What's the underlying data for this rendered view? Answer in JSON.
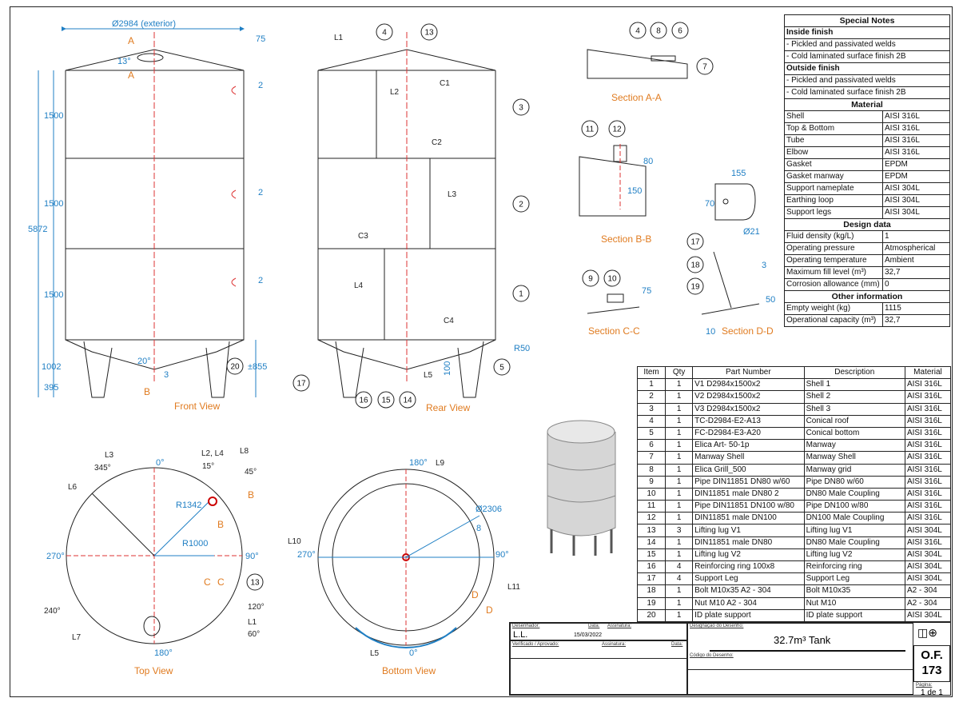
{
  "special_notes": {
    "title": "Special Notes",
    "inside_finish": "Inside finish",
    "inside_items": [
      "- Pickled and passivated welds",
      "- Cold laminated surface finish 2B"
    ],
    "outside_finish": "Outside finish",
    "outside_items": [
      "- Pickled and passivated welds",
      "- Cold laminated surface finish 2B"
    ],
    "material_title": "Material",
    "material": [
      [
        "Shell",
        "AISI 316L"
      ],
      [
        "Top & Bottom",
        "AISI 316L"
      ],
      [
        "Tube",
        "AISI 316L"
      ],
      [
        "Elbow",
        "AISI 316L"
      ],
      [
        "Gasket",
        "EPDM"
      ],
      [
        "Gasket manway",
        "EPDM"
      ],
      [
        "Support nameplate",
        "AISI 304L"
      ],
      [
        "Earthing loop",
        "AISI 304L"
      ],
      [
        "Support legs",
        "AISI 304L"
      ]
    ],
    "design_title": "Design data",
    "design": [
      [
        "Fluid density (kg/L)",
        "1"
      ],
      [
        "Operating pressure",
        "Atmospherical"
      ],
      [
        "Operating temperature",
        "Ambient"
      ],
      [
        "Maximum fill level (m³)",
        "32,7"
      ],
      [
        "Corrosion allowance (mm)",
        "0"
      ]
    ],
    "other_title": "Other information",
    "other": [
      [
        "Empty weight (kg)",
        "1115"
      ],
      [
        "Operational capacity (m³)",
        "32,7"
      ]
    ]
  },
  "parts_list": {
    "headers": [
      "Item",
      "Qty",
      "Part Number",
      "Description",
      "Material"
    ],
    "rows": [
      [
        "1",
        "1",
        "V1 D2984x1500x2",
        "Shell 1",
        "AISI 316L"
      ],
      [
        "2",
        "1",
        "V2 D2984x1500x2",
        "Shell 2",
        "AISI 316L"
      ],
      [
        "3",
        "1",
        "V3 D2984x1500x2",
        "Shell 3",
        "AISI 316L"
      ],
      [
        "4",
        "1",
        "TC-D2984-E2-A13",
        "Conical roof",
        "AISI 316L"
      ],
      [
        "5",
        "1",
        "FC-D2984-E3-A20",
        "Conical bottom",
        "AISI 316L"
      ],
      [
        "6",
        "1",
        "Elica Art- 50-1p",
        "Manway",
        "AISI 316L"
      ],
      [
        "7",
        "1",
        "Manway Shell",
        "Manway Shell",
        "AISI 316L"
      ],
      [
        "8",
        "1",
        "Elica Grill_500",
        "Manway grid",
        "AISI 316L"
      ],
      [
        "9",
        "1",
        "Pipe DIN11851 DN80 w/60",
        "Pipe DN80 w/60",
        "AISI 316L"
      ],
      [
        "10",
        "1",
        "DIN11851 male DN80 2",
        "DN80 Male Coupling",
        "AISI 316L"
      ],
      [
        "11",
        "1",
        "Pipe DIN11851 DN100 w/80",
        "Pipe DN100 w/80",
        "AISI 316L"
      ],
      [
        "12",
        "1",
        "DIN11851 male DN100",
        "DN100 Male Coupling",
        "AISI 316L"
      ],
      [
        "13",
        "3",
        "Lifting lug V1",
        "Lifting lug V1",
        "AISI 304L"
      ],
      [
        "14",
        "1",
        "DIN11851 male DN80",
        "DN80 Male Coupling",
        "AISI 316L"
      ],
      [
        "15",
        "1",
        "Lifting lug V2",
        "Lifting lug V2",
        "AISI 304L"
      ],
      [
        "16",
        "4",
        "Reinforcing ring 100x8",
        "Reinforcing ring",
        "AISI 304L"
      ],
      [
        "17",
        "4",
        "Support Leg",
        "Support Leg",
        "AISI 304L"
      ],
      [
        "18",
        "1",
        "Bolt M10x35 A2 - 304",
        "Bolt M10x35",
        "A2 - 304"
      ],
      [
        "19",
        "1",
        "Nut M10 A2 - 304",
        "Nut M10",
        "A2 - 304"
      ],
      [
        "20",
        "1",
        "ID plate support",
        "ID plate support",
        "AISI 304L"
      ]
    ]
  },
  "title_block": {
    "drawn_by_label": "Desenhador:",
    "drawn_by": "L.L.",
    "date_label": "Data:",
    "date": "15/03/2022",
    "signature_label": "Assinatura:",
    "verified_label": "Verificado / Aprovado:",
    "designation_label": "Designação do Desenho:",
    "designation": "32.7m³ Tank",
    "code_label": "Código do Desenho:",
    "order": "O.F.",
    "order_number": "173",
    "page_label": "Página:",
    "page": "1 de 1"
  },
  "views": {
    "front": {
      "title": "Front View",
      "diameter": "Ø2984 (exterior)",
      "top_h": "75",
      "angle": "13°",
      "section": "A",
      "shell_h": "1500",
      "total_h": "5872",
      "bottom_h": "1002",
      "leg_h": "395",
      "leg_tol": "±855",
      "cone_angle": "20°",
      "three": "3",
      "sectionB": "B"
    },
    "rear": {
      "title": "Rear View",
      "L1": "L1",
      "L2": "L2",
      "L3": "L3",
      "L4": "L4",
      "L5": "L5",
      "C1": "C1",
      "C2": "C2",
      "C3": "C3",
      "C4": "C4",
      "radius": "R50",
      "pipe_h": "100"
    },
    "section_aa": {
      "title": "Section A-A"
    },
    "section_bb": {
      "title": "Section B-B",
      "h": "80",
      "w": "150"
    },
    "section_cc": {
      "title": "Section C-C",
      "h": "75"
    },
    "section_dd": {
      "title": "Section D-D",
      "w": "155",
      "h": "70",
      "hole": "Ø21",
      "t": "3",
      "a": "50",
      "b": "10"
    },
    "top": {
      "title": "Top View",
      "a0": "0°",
      "a345": "345°",
      "a15": "15°",
      "a45": "45°",
      "a90": "90°",
      "a120": "120°",
      "a180": "180°",
      "a240": "240°",
      "a270": "270°",
      "a60": "60°",
      "L3": "L3",
      "L24": "L2, L4",
      "L8": "L8",
      "L6": "L6",
      "L7": "L7",
      "L1": "L1",
      "R1342": "R1342",
      "R1000": "R1000",
      "B": "B",
      "C": "C"
    },
    "bottom": {
      "title": "Bottom View",
      "a180": "180°",
      "a0": "0°",
      "a270": "270°",
      "a90": "90°",
      "L9": "L9",
      "L10": "L10",
      "L11": "L11",
      "L5": "L5",
      "diam": "Ø2306",
      "eight": "8",
      "D": "D"
    }
  },
  "balloons": [
    "1",
    "2",
    "3",
    "4",
    "5",
    "6",
    "7",
    "8",
    "9",
    "10",
    "11",
    "12",
    "13",
    "14",
    "15",
    "16",
    "17",
    "18",
    "19",
    "20"
  ],
  "colors": {
    "dimension": "#1f7fc4",
    "title": "#e07b20",
    "centerline": "#d33",
    "line": "#222"
  }
}
